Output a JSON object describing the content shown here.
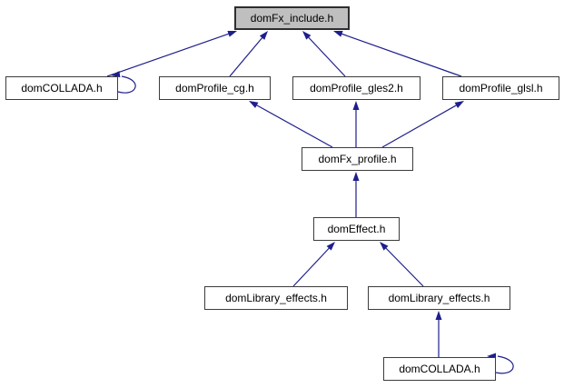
{
  "colors": {
    "bg": "#ffffff",
    "text": "#000000",
    "edge": "#1e1e8c",
    "node_fill": "#ffffff",
    "node_border": "#3c3c3c",
    "root_fill": "#bfbfbf",
    "root_border": "#2e2e2e"
  },
  "graph": {
    "type": "include-dependency-graph",
    "root": "domFx_include.h",
    "nodes": [
      {
        "id": "root",
        "label": "domFx_include.h",
        "highlighted": true
      },
      {
        "id": "collada_top",
        "label": "domCOLLADA.h",
        "self_include": true
      },
      {
        "id": "profile_cg",
        "label": "domProfile_cg.h"
      },
      {
        "id": "profile_gles2",
        "label": "domProfile_gles2.h"
      },
      {
        "id": "profile_glsl",
        "label": "domProfile_glsl.h"
      },
      {
        "id": "fx_profile",
        "label": "domFx_profile.h"
      },
      {
        "id": "effect",
        "label": "domEffect.h"
      },
      {
        "id": "library_effects_left",
        "label": "domLibrary_effects.h"
      },
      {
        "id": "library_effects_right",
        "label": "domLibrary_effects.h"
      },
      {
        "id": "collada_bottom",
        "label": "domCOLLADA.h",
        "self_include": true
      }
    ],
    "edges": [
      {
        "from": "collada_top",
        "to": "root"
      },
      {
        "from": "profile_cg",
        "to": "root"
      },
      {
        "from": "profile_gles2",
        "to": "root"
      },
      {
        "from": "profile_glsl",
        "to": "root"
      },
      {
        "from": "collada_top",
        "to": "collada_top",
        "self_loop": true
      },
      {
        "from": "fx_profile",
        "to": "profile_cg"
      },
      {
        "from": "fx_profile",
        "to": "profile_gles2"
      },
      {
        "from": "fx_profile",
        "to": "profile_glsl"
      },
      {
        "from": "effect",
        "to": "fx_profile"
      },
      {
        "from": "library_effects_left",
        "to": "effect"
      },
      {
        "from": "library_effects_right",
        "to": "effect"
      },
      {
        "from": "collada_bottom",
        "to": "library_effects_right"
      },
      {
        "from": "collada_bottom",
        "to": "collada_bottom",
        "self_loop": true
      }
    ]
  }
}
